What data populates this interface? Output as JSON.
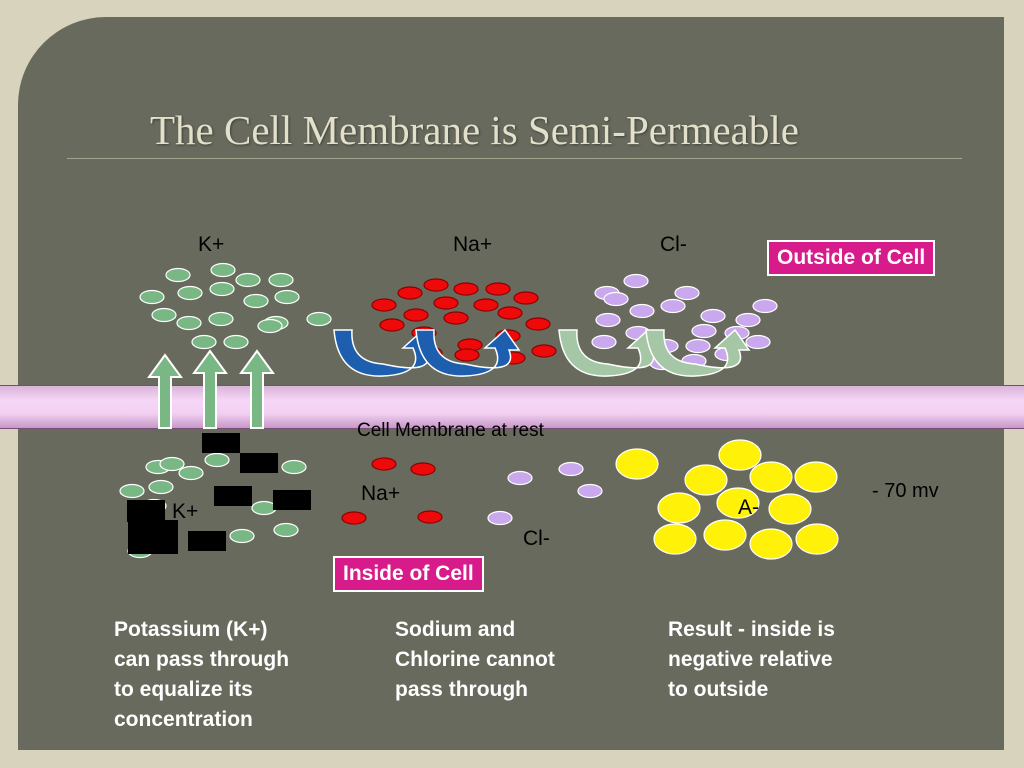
{
  "title": "The Cell Membrane is Semi-Permeable",
  "outside_label": "Outside of Cell",
  "inside_label": "Inside of Cell",
  "membrane_label": "Cell Membrane at rest",
  "voltage": "- 70 mv",
  "ions": {
    "k_out": "K+",
    "na_out": "Na+",
    "cl_out": "Cl-",
    "k_in": "K+",
    "na_in": "Na+",
    "cl_in": "Cl-",
    "a_in": "A-"
  },
  "descriptions": {
    "potassium": [
      "Potassium (K+)",
      "can pass through",
      "to equalize its",
      "concentration"
    ],
    "sodium": [
      "Sodium and",
      "Chlorine cannot",
      "pass through"
    ],
    "result": [
      "Result - inside is",
      "negative relative",
      "to outside"
    ]
  },
  "colors": {
    "potassium": "#79b785",
    "sodium": "#ee0a0a",
    "chloride": "#c9a8ee",
    "anion": "#fff208",
    "membrane": "#f4d2f4",
    "label_box": "#d81b8a",
    "blocked_arrow": "#1d5fae",
    "passing_arrow": "#a5c7a5"
  }
}
